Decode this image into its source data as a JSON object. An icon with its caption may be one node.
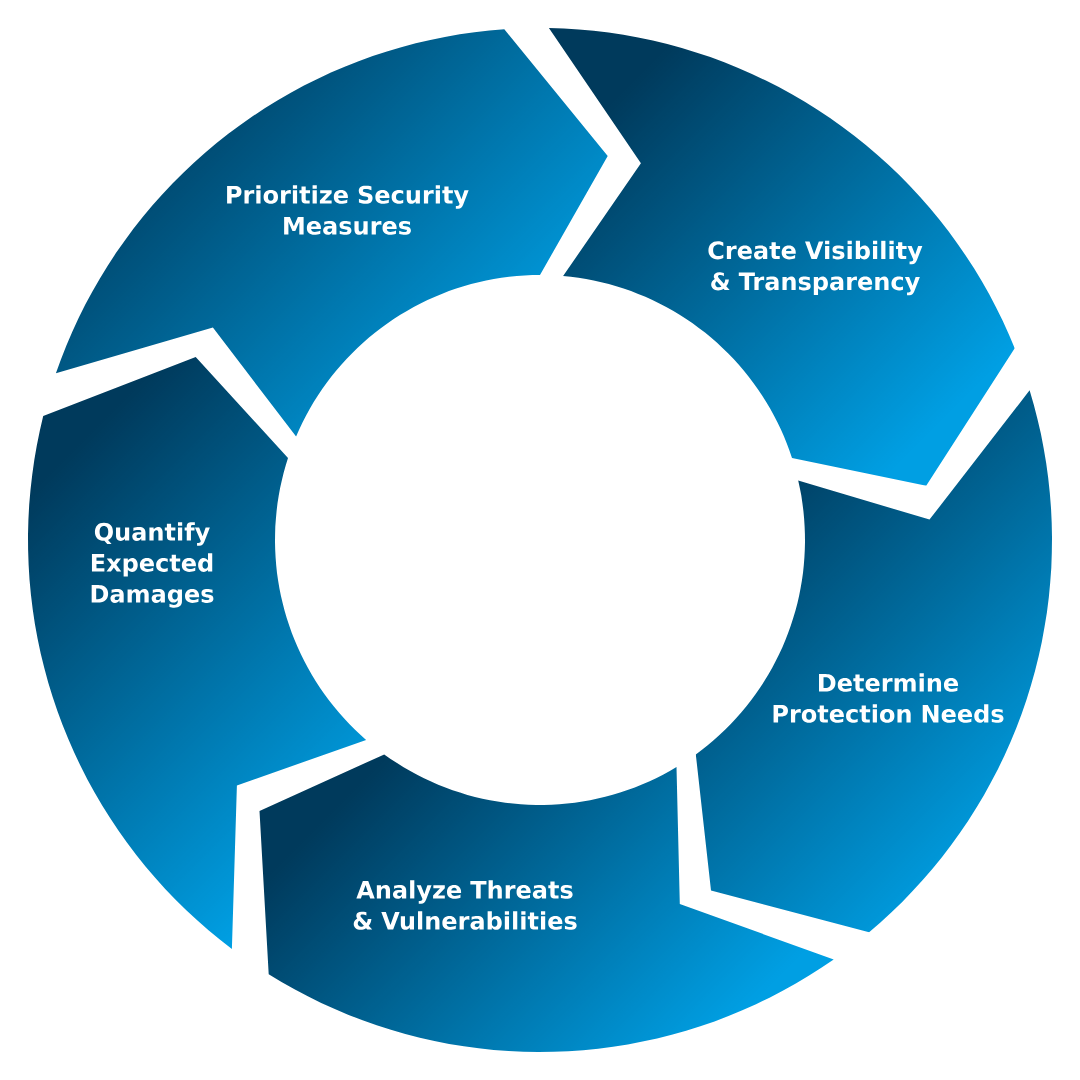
{
  "diagram": {
    "nodes": [
      {
        "text": [
          "Prioritize Security Measures"
        ]
      },
      {
        "text": [
          "Create Visibility & Transparency"
        ]
      },
      {
        "text": [
          "Quantify Expected Damages"
        ]
      },
      {
        "text": [
          "Determine Protection Needs"
        ]
      },
      {
        "text": [
          "Analyze Threats & Vulnerabilities"
        ]
      }
    ]
  }
}
